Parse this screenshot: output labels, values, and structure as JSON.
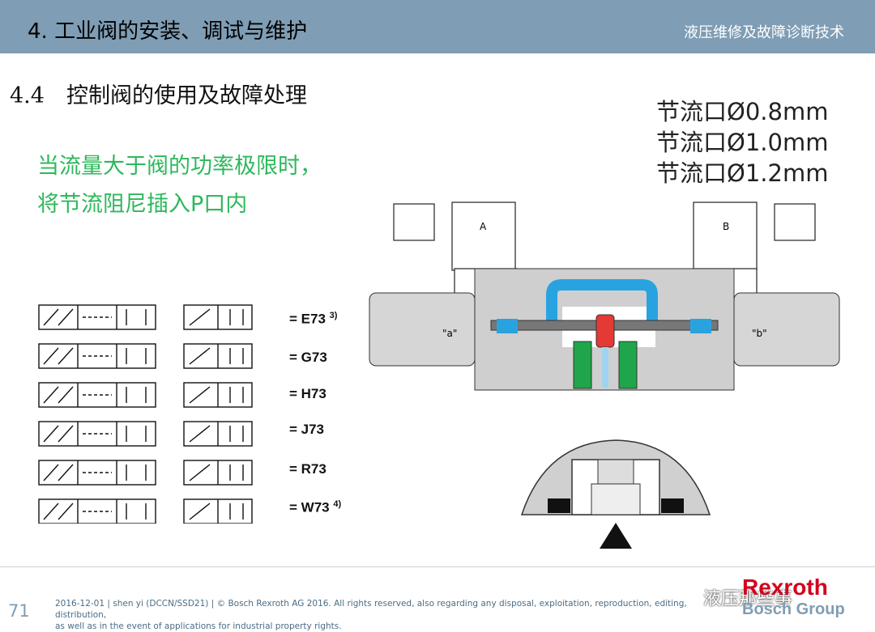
{
  "header": {
    "title": "4. 工业阀的安装、调试与维护",
    "right": "液压维修及故障诊断技术"
  },
  "subtitle": "4.4　控制阀的使用及故障处理",
  "green_text": [
    "当流量大于阀的功率极限时，",
    "将节流阻尼插入P口内"
  ],
  "throttle_sizes": [
    "节流口Ø0.8mm",
    "节流口Ø1.0mm",
    "节流口Ø1.2mm"
  ],
  "symbol_codes": [
    {
      "code": "= E73",
      "note": "3)"
    },
    {
      "code": "= G73",
      "note": ""
    },
    {
      "code": "= H73",
      "note": ""
    },
    {
      "code": "= J73",
      "note": ""
    },
    {
      "code": "= R73",
      "note": ""
    },
    {
      "code": "= W73",
      "note": "4)"
    }
  ],
  "valve_labels": {
    "a_port": "A",
    "b_port": "B",
    "sol_a": "\"a\"",
    "sol_b": "\"b\""
  },
  "footer": {
    "page": "71",
    "legal_line1": "2016-12-01 | shen yi (DCCN/SSD21) | © Bosch Rexroth AG 2016. All rights reserved, also regarding any disposal, exploitation, reproduction, editing, distribution,",
    "legal_line2": "as well as in the event of applications for industrial property rights.",
    "brand1": "Rexroth",
    "brand2": "Bosch Group",
    "watermark": "液压那些事"
  },
  "colors": {
    "header": "#7f9db4",
    "green": "#2eb85c",
    "brand_red": "#d2001e",
    "spool_blue": "#29a3df",
    "port_green": "#1fa64a"
  }
}
